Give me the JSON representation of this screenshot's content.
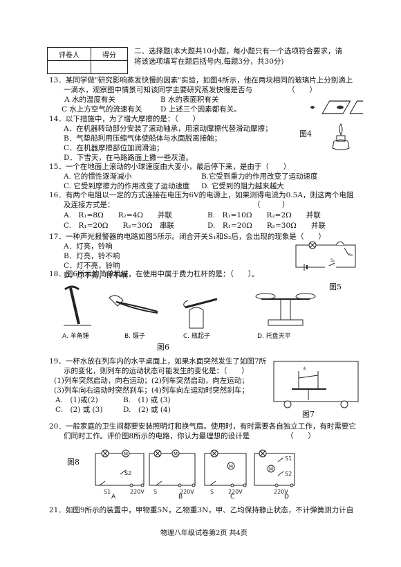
{
  "score_table": {
    "h1": "评卷人",
    "h2": "得分"
  },
  "section": {
    "line1": "二、选择题(本大题共10小题，每小题只有一个选项符合要求，请",
    "line2": "将该选项填写在题后括号内,每题3分，共30分)"
  },
  "q13": {
    "l1": "13．某同学做\"研究影响蒸发快慢的因素\"实验，如图4所示，他在两块相同的玻璃片上分别滴上",
    "l2": "一滴水，观察图中情景可知该同学主要研究蒸发快慢是否与",
    "paren": "（　　）",
    "A": "A 水的温度有关",
    "B": "B 水的表面积有关",
    "C": "C 水上方空气的流速有关",
    "D": "D 上述三个因素都有关。",
    "fig": "图4"
  },
  "q14": {
    "l1": "14．以下措施中，为了增大摩擦的是：（　　）",
    "A": "A．在机器转动部分安装了滚动轴承，用滚动摩擦代替滑动摩擦；",
    "B": "B．气垫船利用压缩气体使船体与水面脱离接触；",
    "C": "C．在机器摩擦部位加润滑油；",
    "D": "D．下雪天，在马路路面上撒一些灰渣。"
  },
  "q15": {
    "l1": "15．一个在地面上滚动的小球速度由大变小，最后停下来，是由于（　　）",
    "A": "A. 它的惯性逐渐减小",
    "B": "B.它受到重力的作用改变了运动速度",
    "C": "C. 它受到摩擦力的作用改变了运动速度",
    "D": "D. 它受到的阻力越来越大"
  },
  "q16": {
    "l1": "16．有两个电阻以一定的方式连接在电压为6V的电源上，如果测得电流为0.5A，则这两个电阻",
    "l2": "及连接方式是：",
    "paren": "（　　　）",
    "A": "A.　R₁=8Ω　　R₂=4Ω　　并联",
    "B": "B.　R₁=10Ω　　R₂=2Ω　　并联",
    "C": "C.　R₁=20Ω　　R₂=30Ω　串联",
    "D": "D.　R₁=20Ω　　R₂=30Ω　　并联"
  },
  "q17": {
    "l1": "17．一种声光报警器的电路如图5所示。闭合开关S₁和S₂后，会出现的现象是（　　）",
    "A": "A．灯亮，铃响",
    "B": "B．灯亮，铃不响",
    "C": "C．灯不亮，铃响",
    "D": "D．灯不亮，铃不响",
    "fig": "图5"
  },
  "q18": {
    "l1": "18．图6所示的简单机械，在使用中属于费力杠杆的是：（　　）。",
    "A": "A. 羊角锤",
    "B": "B. 镊子",
    "C": "C. 瓶起子",
    "D": "D. 托盘天平",
    "fig": "图6"
  },
  "q19": {
    "l1": "19、一杯水放在列车内的水平桌面上，如果水面突然发生了如图7所",
    "l2": "示的变化，则列车的运动状态可能发生的变化是：（　　）",
    "l3": "(1)列车突然启动，向右运动；(2)列车突然启动，向左运动；",
    "l4": "(3)列车向右运动时突然刹车；(4)列车向左运动时突然刹车；",
    "A": "A.　(1)或(2)",
    "B": "B.　(1) 或 (3)",
    "C": "C.　(2) 或 (3)",
    "D": "D.　(2) 或 (4)",
    "fig": "图7"
  },
  "q20": {
    "l1": "20．一般家庭的卫生间都要安装照明灯和换气扇。使用时，有时需要各自独立工作，有时需要它",
    "l2": "们同时工作。评价图8所示的电路，你认为最理想的设计是",
    "paren": "（　　）",
    "fig": "图8",
    "labels": [
      "A",
      "B",
      "C",
      "D"
    ],
    "volt": "220V",
    "s1": "S1",
    "s2": "S2",
    "s": "S"
  },
  "q21": {
    "l1": "21．如图9所示的装置中，甲物重5N，乙物重3N，甲、乙均保持静止状态，不计弹簧测力计自"
  },
  "footer": "物理八年级试卷第2页 共4页"
}
